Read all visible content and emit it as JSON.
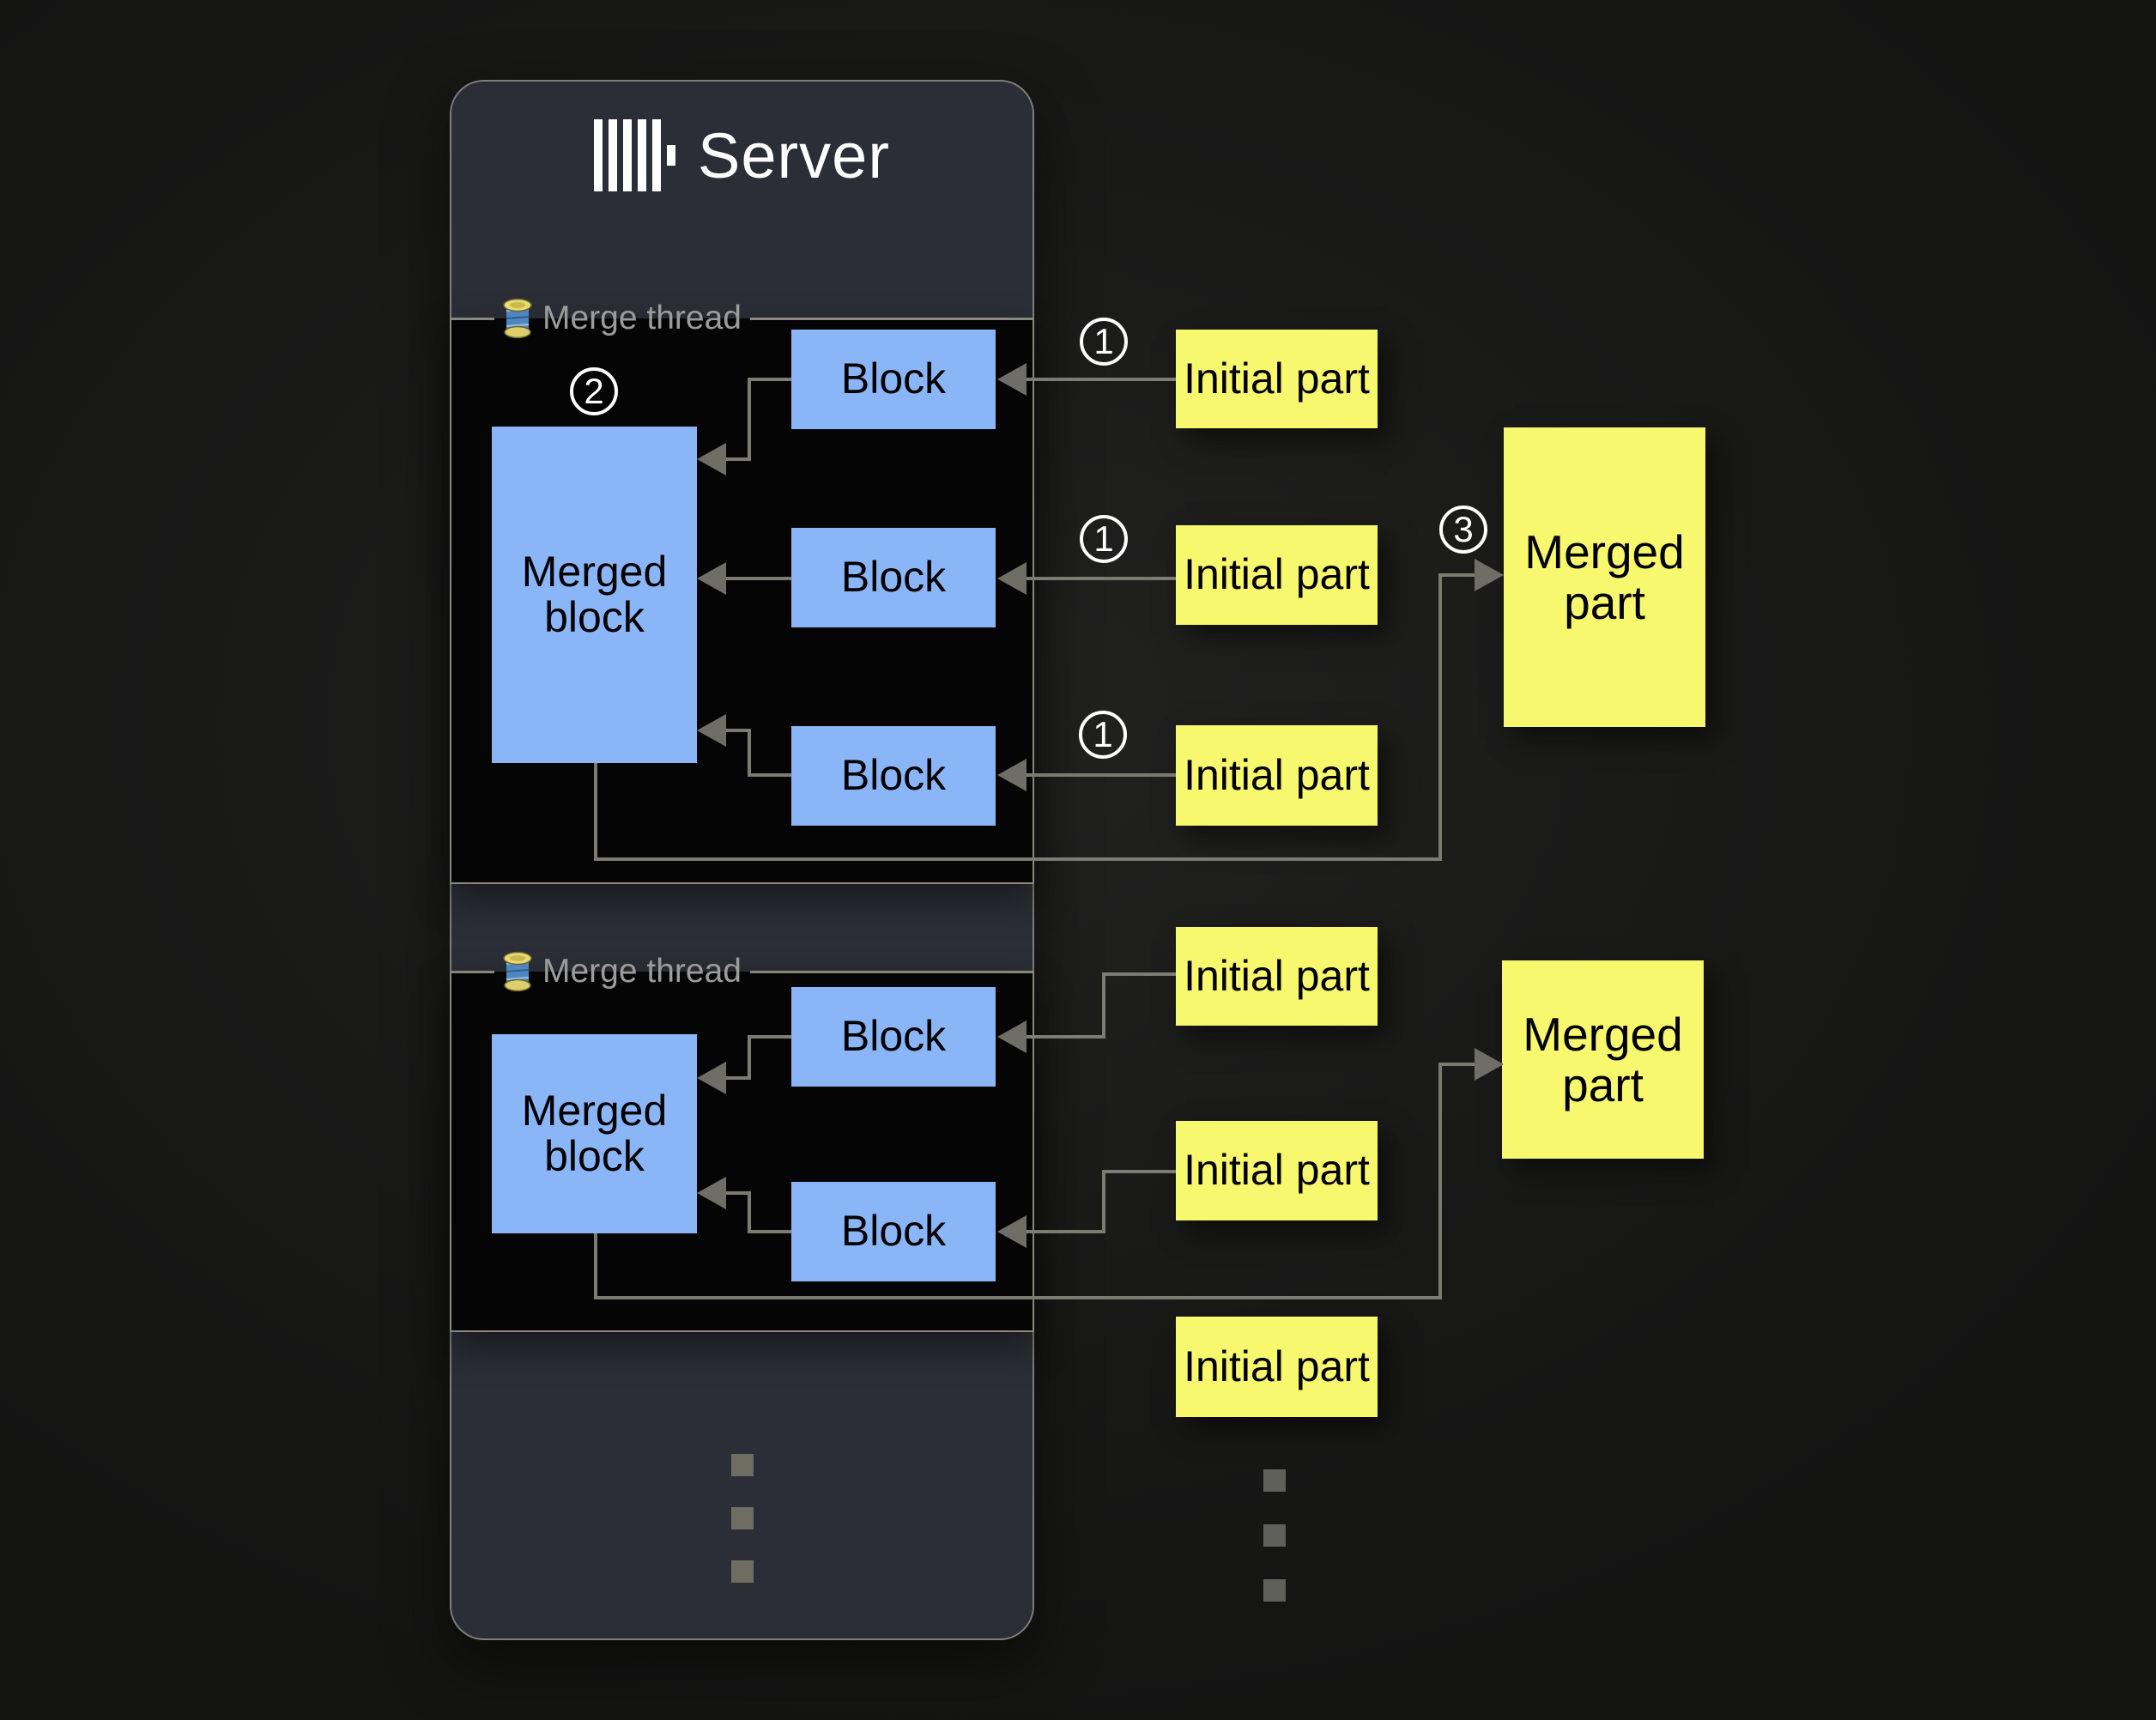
{
  "title": {
    "logo_icon": "clickhouse-logo",
    "text": "Server"
  },
  "threads": [
    {
      "icon": "thread-spool",
      "label": "Merge thread",
      "merged_block": "Merged block",
      "blocks": [
        "Block",
        "Block",
        "Block"
      ]
    },
    {
      "icon": "thread-spool",
      "label": "Merge thread",
      "merged_block": "Merged block",
      "blocks": [
        "Block",
        "Block"
      ]
    }
  ],
  "initial_parts": [
    "Initial part",
    "Initial part",
    "Initial part",
    "Initial part",
    "Initial part",
    "Initial part"
  ],
  "merged_parts": [
    "Merged part",
    "Merged part"
  ],
  "badges": {
    "step1": "1",
    "step2": "2",
    "step3": "3"
  },
  "icons": {
    "continuation": "vertical-ellipsis",
    "thread": "thread-spool",
    "logo": "clickhouse-logo"
  },
  "colors": {
    "page_bg": "#222221",
    "page_vignette": "#141413",
    "server_bg": "#2b2e36",
    "server_border": "#7f7f73",
    "thread_bg": "#050505",
    "thread_border": "#87877b",
    "block_fill": "#8ab5f7",
    "part_fill": "#f8f86e",
    "box_text": "#000000",
    "line": "#7b7b72",
    "arrow": "#6e6e66",
    "label_text": "#9c9c9c",
    "title_text": "#ffffff",
    "badge": "#ffffff",
    "dot_left": "#6d6d61",
    "dot_right": "#60605a"
  }
}
